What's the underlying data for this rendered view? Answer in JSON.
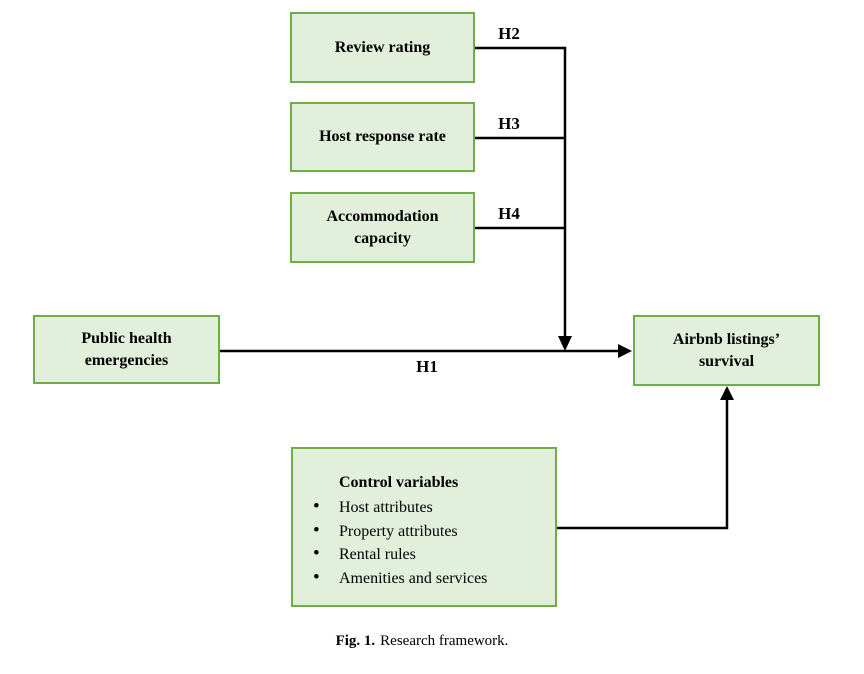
{
  "figure": {
    "boxes": {
      "review_rating": {
        "label": "Review rating"
      },
      "host_response_rate": {
        "label": "Host response rate"
      },
      "accommodation_capacity": {
        "label": "Accommodation capacity"
      },
      "public_health": {
        "label": "Public health emergencies"
      },
      "airbnb_survival": {
        "label": "Airbnb listings’ survival"
      },
      "control": {
        "title": "Control variables",
        "items": [
          "Host attributes",
          "Property attributes",
          "Rental rules",
          "Amenities and services"
        ]
      }
    },
    "hypotheses": {
      "h1": "H1",
      "h2": "H2",
      "h3": "H3",
      "h4": "H4"
    },
    "caption": {
      "label": "Fig. 1.",
      "text": "Research framework."
    },
    "colors": {
      "box_fill": "#e2efda",
      "box_border": "#70ad47",
      "connector": "#000000"
    }
  }
}
